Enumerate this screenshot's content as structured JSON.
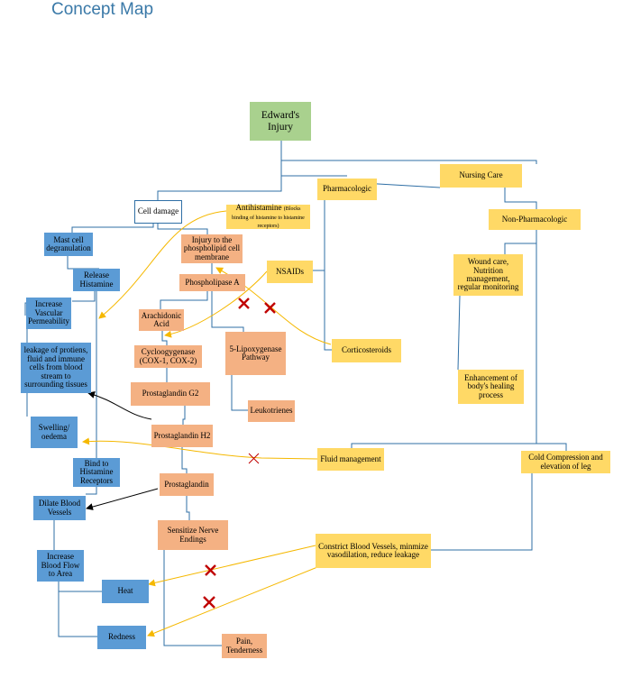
{
  "title": "Concept Map",
  "colors": {
    "root": "#a9d18e",
    "process": "#5b9bd5",
    "chemical": "#f4b183",
    "treatment": "#ffd966",
    "connector": "#2f6fa5",
    "arrow": "#f5b800",
    "cross": "#c00000"
  },
  "nodes": {
    "root": "Edward's Injury",
    "cell_damage": "Cell damage",
    "mast_cell": "Mast cell degranulation",
    "release_histamine": "Release Histamine",
    "vascular_permeability": "Increase Vascular Permeability",
    "leakage": "leakage of protiens, fluid and immune cells from blood stream to surrounding tissues",
    "swelling": "Swelling/ oedema",
    "bind_histamine": "Bind to Histamine Receptors",
    "dilate_vessels": "Dilate Blood Vessels",
    "blood_flow": "Increase Blood Flow to Area",
    "heat": "Heat",
    "redness": "Redness",
    "antihistamine": "Antihistamine",
    "antihistamine_note": "(Blocks binding of histamine to histamine receptors)",
    "phospholipid_injury": "Injury to the phospholipid cell membrane",
    "phospholipase": "Phospholipase A",
    "arachidonic": "Arachidonic Acid",
    "cox": "Cycloogygenase (COX-1, COX-2)",
    "prostaglandin_g2": "Prostaglandin G2",
    "prostaglandin_h2": "Prostaglandin H2",
    "prostaglandin": "Prostaglandin",
    "sensitize": "Sensitize Nerve Endings",
    "pain": "Pain, Tenderness",
    "lipoxygenase": "5-Lipoxygenase Pathway",
    "leukotrienes": "Leukotrienes",
    "pharmacologic": "Pharmacologic",
    "nsaids": "NSAIDs",
    "corticosteroids": "Corticosteroids",
    "nursing_care": "Nursing Care",
    "non_pharmacologic": "Non-Pharmacologic",
    "wound_care": "Wound care, Nutrition management, regular monitoring",
    "enhancement": "Enhancement of body's healing process",
    "fluid_management": "Fluid management",
    "cold_compression": "Cold Compression and elevation of leg",
    "constrict": "Constrict Blood Vessels, minmize vasodilation, reduce leakage"
  }
}
